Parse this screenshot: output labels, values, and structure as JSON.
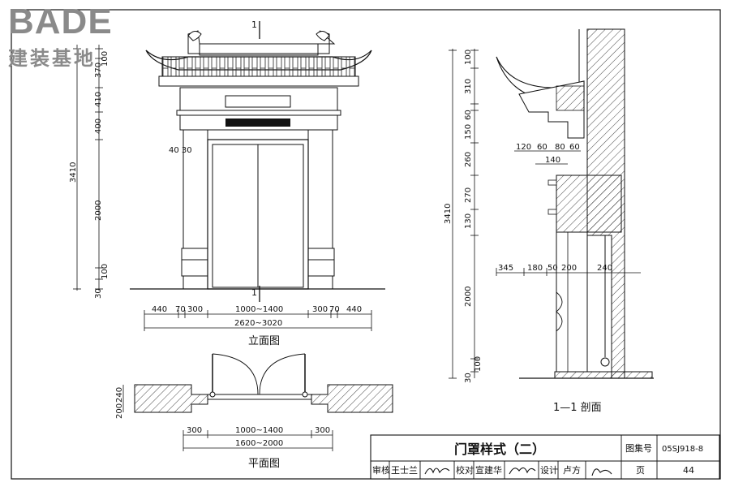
{
  "logo": {
    "brand": "BADE",
    "subtitle": "建装基地"
  },
  "elevation": {
    "section_mark": "1",
    "caption": "立面图",
    "vertical_dims": [
      "100",
      "370",
      "410",
      "400",
      "2000",
      "100",
      "30"
    ],
    "overall_height": "3410",
    "side_dims": "40 30",
    "horizontal_dims": [
      "440",
      "70",
      "300",
      "1000~1400",
      "300",
      "70",
      "440"
    ],
    "overall_width": "2620~3020"
  },
  "plan": {
    "caption": "平面图",
    "left_dims": [
      "240",
      "200"
    ],
    "dims_row1": [
      "300",
      "1000~1400",
      "300"
    ],
    "overall_width": "1600~2000"
  },
  "section": {
    "caption": "1—1  剖面",
    "vertical_dims": [
      "100",
      "310",
      "60",
      "150",
      "260",
      "270",
      "130",
      "2000",
      "100",
      "30"
    ],
    "overall_height": "3410",
    "top_dims": [
      "120",
      "60",
      "80",
      "60"
    ],
    "top_dim2": "140",
    "horizontal_dims": [
      "345",
      "180",
      "50",
      "200",
      "240"
    ]
  },
  "title_block": {
    "title": "门罩样式（二）",
    "atlas_label": "图集号",
    "atlas_no": "05SJ918-8",
    "review_label": "审核",
    "review_name": "王士兰",
    "check_label": "校对",
    "check_name": "宣建华",
    "design_label": "设计",
    "design_name": "卢方",
    "page_label": "页",
    "page_no": "44"
  }
}
